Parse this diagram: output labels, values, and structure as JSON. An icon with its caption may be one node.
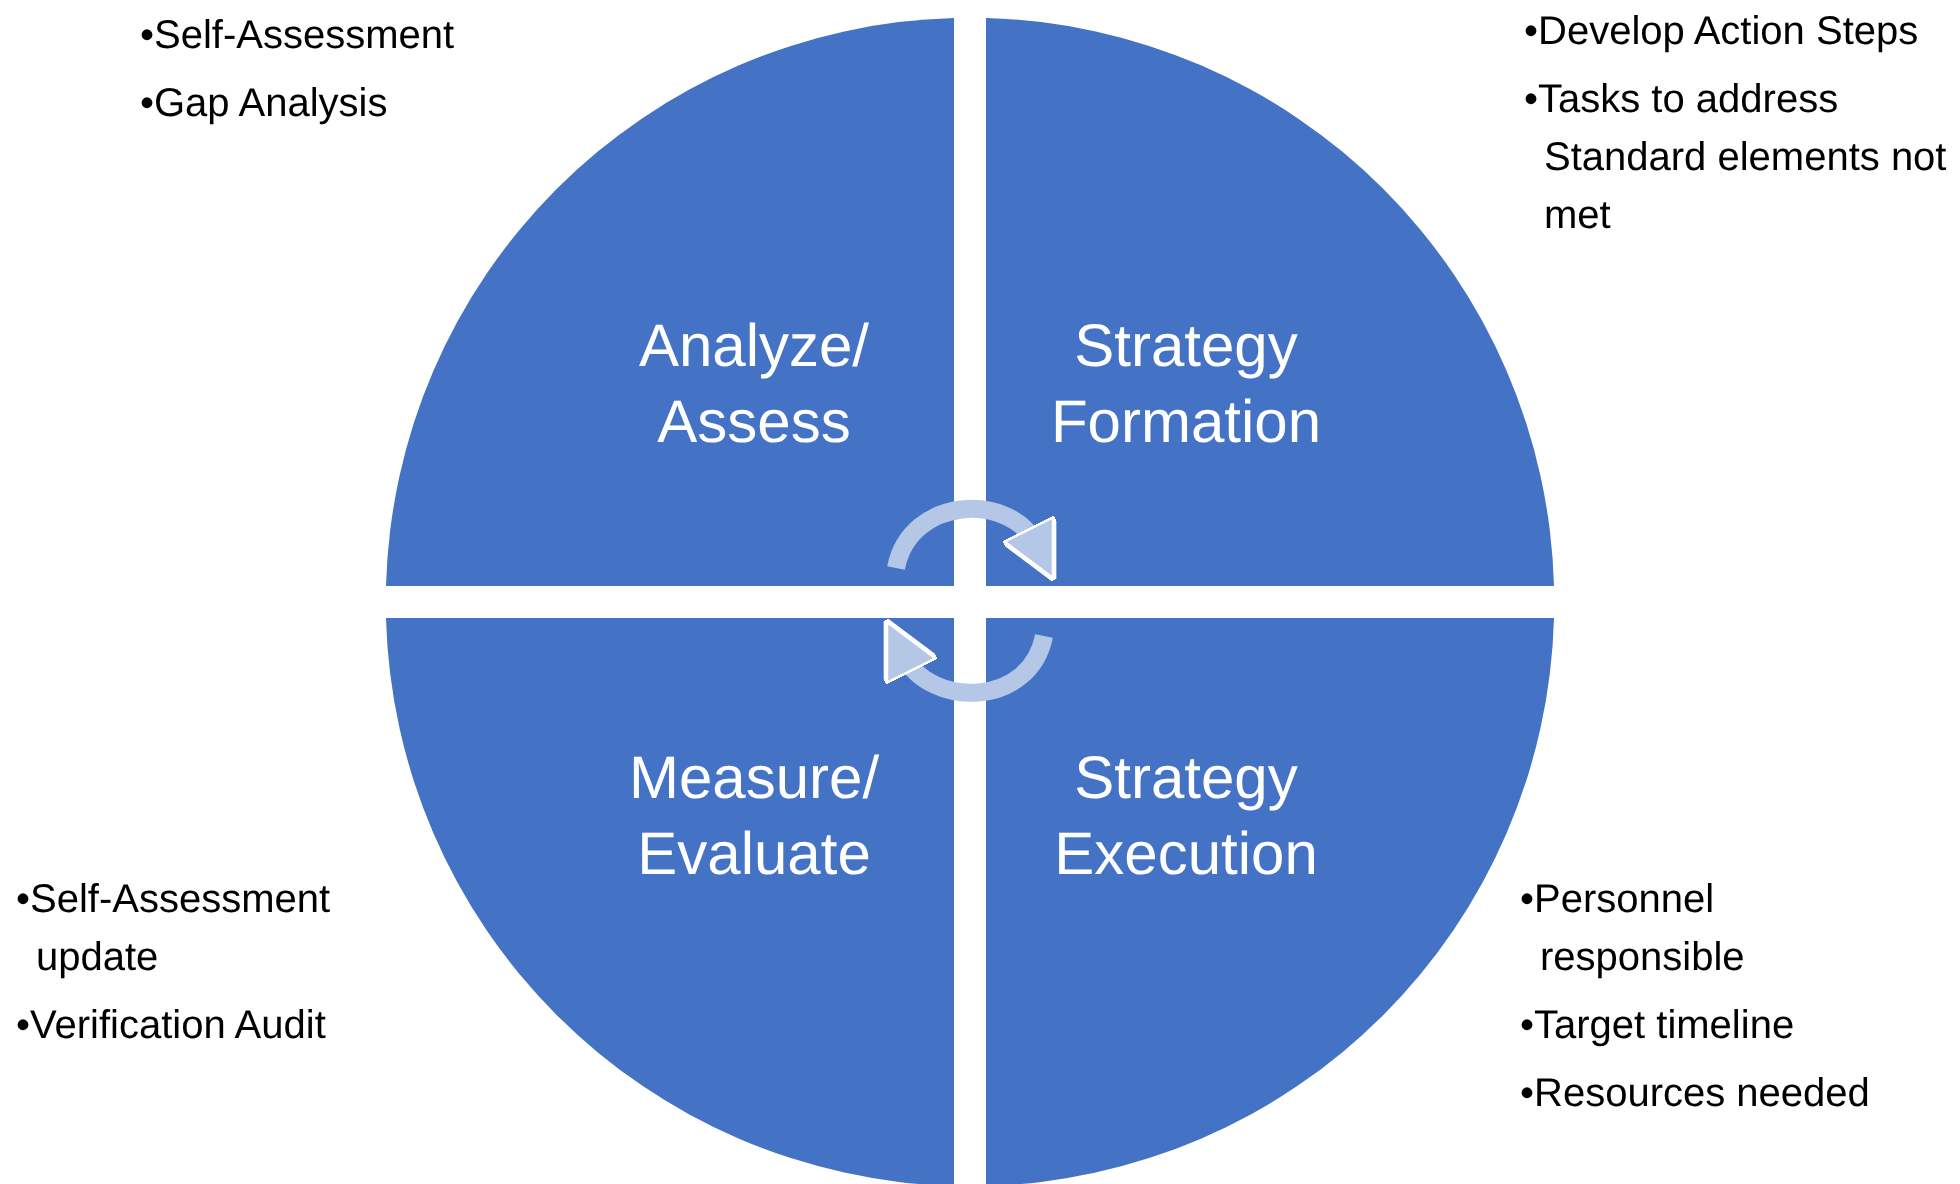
{
  "diagram": {
    "nodes": [
      {
        "text": [
          "Analyze/ Assess"
        ],
        "beside": [
          "•Self-Assessment",
          "•Gap Analysis"
        ]
      },
      {
        "text": [
          "Strategy Formation"
        ],
        "beside": [
          "•Develop Action Steps",
          "•Tasks to address Standard elements not met"
        ]
      },
      {
        "text": [
          "Measure/ Evaluate"
        ],
        "beside": [
          "•Self-Assessment update",
          "•Verification Audit"
        ]
      },
      {
        "text": [
          "Strategy Execution"
        ],
        "beside": [
          "•Personnel responsible",
          "•Target timeline",
          "•Resources needed"
        ]
      }
    ],
    "edges": [
      {
        "from": 0,
        "to": 1,
        "arrow": "to"
      },
      {
        "from": 3,
        "to": 2,
        "arrow": "to"
      }
    ]
  }
}
